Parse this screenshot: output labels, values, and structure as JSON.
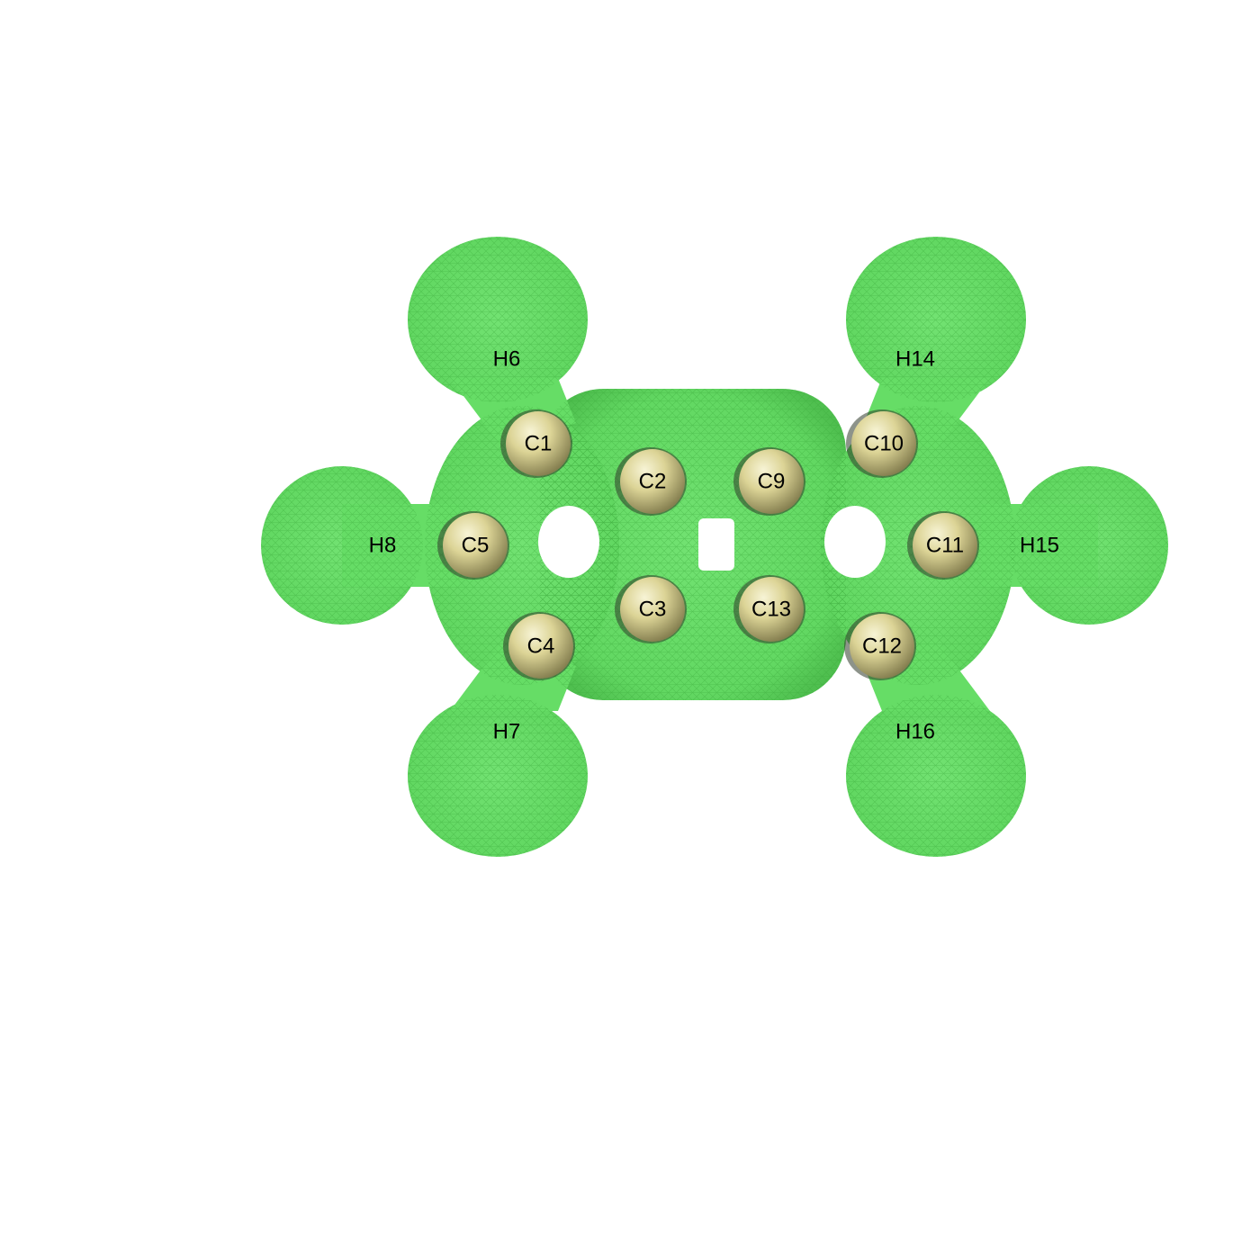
{
  "colors": {
    "background": "#ffffff",
    "surface_fill": "#66dd66",
    "surface_edge": "#54c554",
    "mesh_line": "#3aa83a",
    "carbon_light": "#f3efc4",
    "carbon_mid": "#d9d193",
    "carbon_dark": "#8c8656",
    "label_text": "#000000"
  },
  "atoms": [
    {
      "label": "C1",
      "element": "carbon"
    },
    {
      "label": "C2",
      "element": "carbon"
    },
    {
      "label": "C3",
      "element": "carbon"
    },
    {
      "label": "C4",
      "element": "carbon"
    },
    {
      "label": "C5",
      "element": "carbon"
    },
    {
      "label": "H6",
      "element": "hydrogen"
    },
    {
      "label": "H7",
      "element": "hydrogen"
    },
    {
      "label": "H8",
      "element": "hydrogen"
    },
    {
      "label": "C9",
      "element": "carbon"
    },
    {
      "label": "C10",
      "element": "carbon"
    },
    {
      "label": "C11",
      "element": "carbon"
    },
    {
      "label": "C12",
      "element": "carbon"
    },
    {
      "label": "C13",
      "element": "carbon"
    },
    {
      "label": "H14",
      "element": "hydrogen"
    },
    {
      "label": "H15",
      "element": "hydrogen"
    },
    {
      "label": "H16",
      "element": "hydrogen"
    }
  ]
}
